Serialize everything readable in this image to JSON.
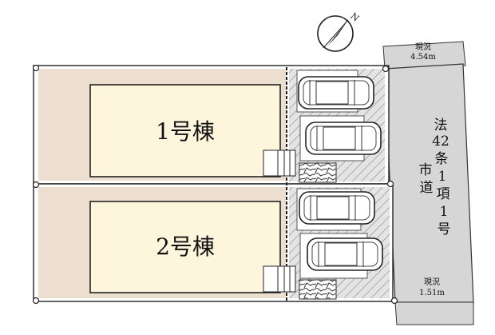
{
  "plan": {
    "buildings": [
      {
        "label": "1号棟"
      },
      {
        "label": "2号棟"
      }
    ],
    "road": {
      "label_col1": [
        "法",
        "42",
        "条",
        "1",
        "項",
        "1",
        "号"
      ],
      "label_col2": [
        "市",
        "道"
      ],
      "fill": "#d6d6d6"
    },
    "road_width_top": {
      "label": "現況",
      "value": "4.54m"
    },
    "road_width_bottom": {
      "label": "現況",
      "value": "1.51m"
    },
    "north": {
      "label": "N",
      "icon": "north-arrow-icon"
    },
    "colors": {
      "lot": "#ecdfcf",
      "building": "#fdf6dc",
      "parking": "#e2e2e2"
    },
    "parking_spaces": 4
  }
}
